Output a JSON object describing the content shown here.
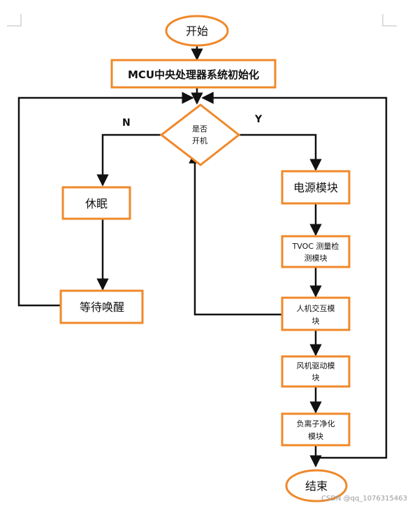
{
  "colors": {
    "node_border": "#f0882a",
    "node_fill": "#ffffff",
    "edge": "#111111",
    "page_corner": "#bbbbbb",
    "watermark": "#9a9a9a"
  },
  "nodes": {
    "start": "开始",
    "init": "MCU中央处理器系统初始化",
    "decision_line1": "是否",
    "decision_line2": "开机",
    "sleep": "休眠",
    "wait_wake": "等待唤醒",
    "power": "电源模块",
    "tvoc_line1": "TVOC 测量检",
    "tvoc_line2": "测模块",
    "hmi_line1": "人机交互模",
    "hmi_line2": "块",
    "fan_line1": "风机驱动模",
    "fan_line2": "块",
    "ion_line1": "负离子净化",
    "ion_line2": "模块",
    "end": "结束"
  },
  "edge_labels": {
    "no": "N",
    "yes": "Y"
  },
  "watermark": "CSDN @qq_1076315463"
}
